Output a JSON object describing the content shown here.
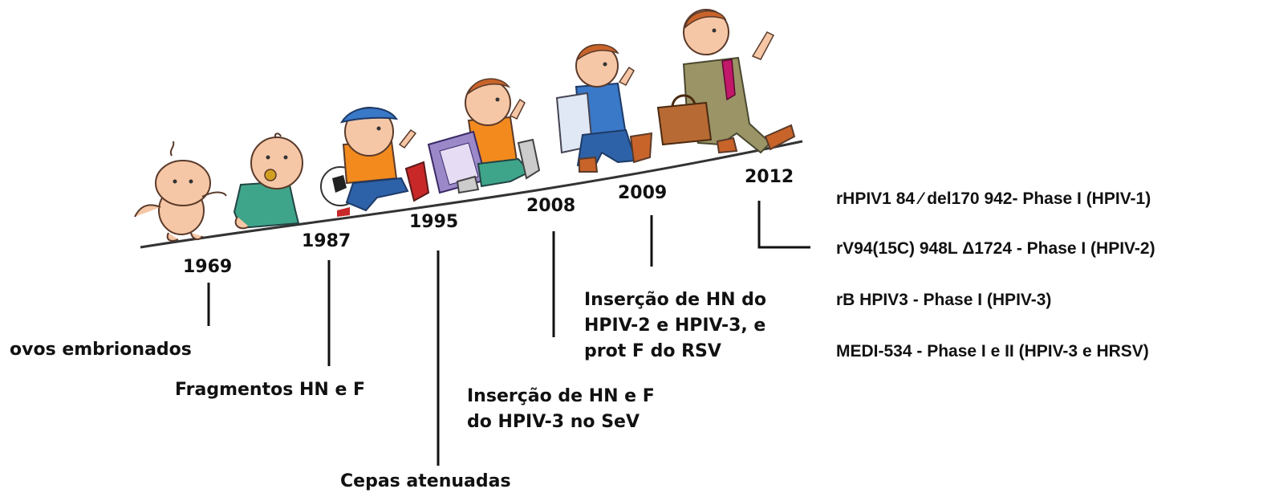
{
  "timeline": {
    "milestones": [
      {
        "year": "1969",
        "event": "ovos embrionados"
      },
      {
        "year": "1987",
        "event": "Fragmentos HN e F"
      },
      {
        "year": "1995",
        "event": "Cepas atenuadas"
      },
      {
        "year": "2008",
        "event_lines": [
          "Inserção de HN e F",
          "do HPIV-3 no SeV"
        ]
      },
      {
        "year": "2009",
        "event_lines": [
          "Inserção de HN do",
          "HPIV-2 e HPIV-3, e",
          "prot F do RSV"
        ]
      },
      {
        "year": "2012"
      }
    ],
    "vaccines": [
      "rHPIV1 84 ⁄ del170  942- Phase I (HPIV-1)",
      "rV94(15C) 948L Δ1724 -    Phase I (HPIV-2)",
      "rB  HPIV3  - Phase I (HPIV-3)",
      "MEDI-534 - Phase I e II (HPIV-3 e HRSV)"
    ]
  },
  "illustration": {
    "figures": [
      "baby-figure",
      "toddler-figure",
      "child-with-ball-figure",
      "schoolboy-figure",
      "teen-figure",
      "businessman-figure"
    ],
    "colors": {
      "skin": "#f6c7a6",
      "hair": "#c8642a",
      "shirt_orange": "#f28a1e",
      "jeans": "#2e62a8",
      "cap": "#3a78c8",
      "onesie": "#3fa58a",
      "suit": "#9a9466",
      "tie": "#c2186a",
      "briefcase": "#b86a34",
      "shoe_red": "#c82828",
      "ground": "#333333"
    }
  }
}
